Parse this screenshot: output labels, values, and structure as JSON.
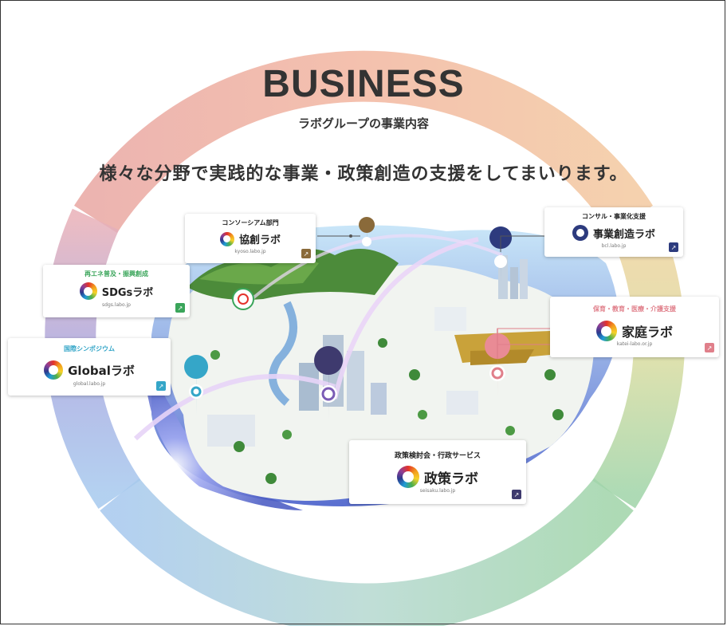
{
  "header": {
    "title": "BUSINESS",
    "subtitle": "ラボグループの事業内容",
    "tagline": "様々な分野で実践的な事業・政策創造の支援をしてまいります。"
  },
  "cards": {
    "kyoso": {
      "category": "コンソーシアム部門",
      "name": "協創ラボ",
      "url": "kyoso.labo.jp"
    },
    "sdgs": {
      "category": "再エネ普及・振興創成",
      "name": "SDGsラボ",
      "url": "sdgs.labo.jp"
    },
    "global": {
      "category": "国際シンポジウム",
      "name": "Globalラボ",
      "url": "global.labo.jp"
    },
    "jigyo": {
      "category": "コンサル・事業化支援",
      "name": "事業創造ラボ",
      "url": "bcl.labo.jp"
    },
    "katei": {
      "category": "保育・教育・医療・介護支援",
      "name": "家庭ラボ",
      "url": "katei-labo.or.jp"
    },
    "seisaku": {
      "category": "政策検討会・行政サービス",
      "name": "政策ラボ",
      "url": "seisaku.labo.jp"
    }
  },
  "colors": {
    "accent_kyoso": "#8a6a3a",
    "accent_sdgs": "#3aa55a",
    "accent_global": "#35a6c8",
    "accent_jigyo": "#2d3b7e",
    "accent_katei": "#e07f8a",
    "accent_seisaku": "#3e3a6e"
  },
  "icons": {
    "external_link": "external-link-icon"
  }
}
